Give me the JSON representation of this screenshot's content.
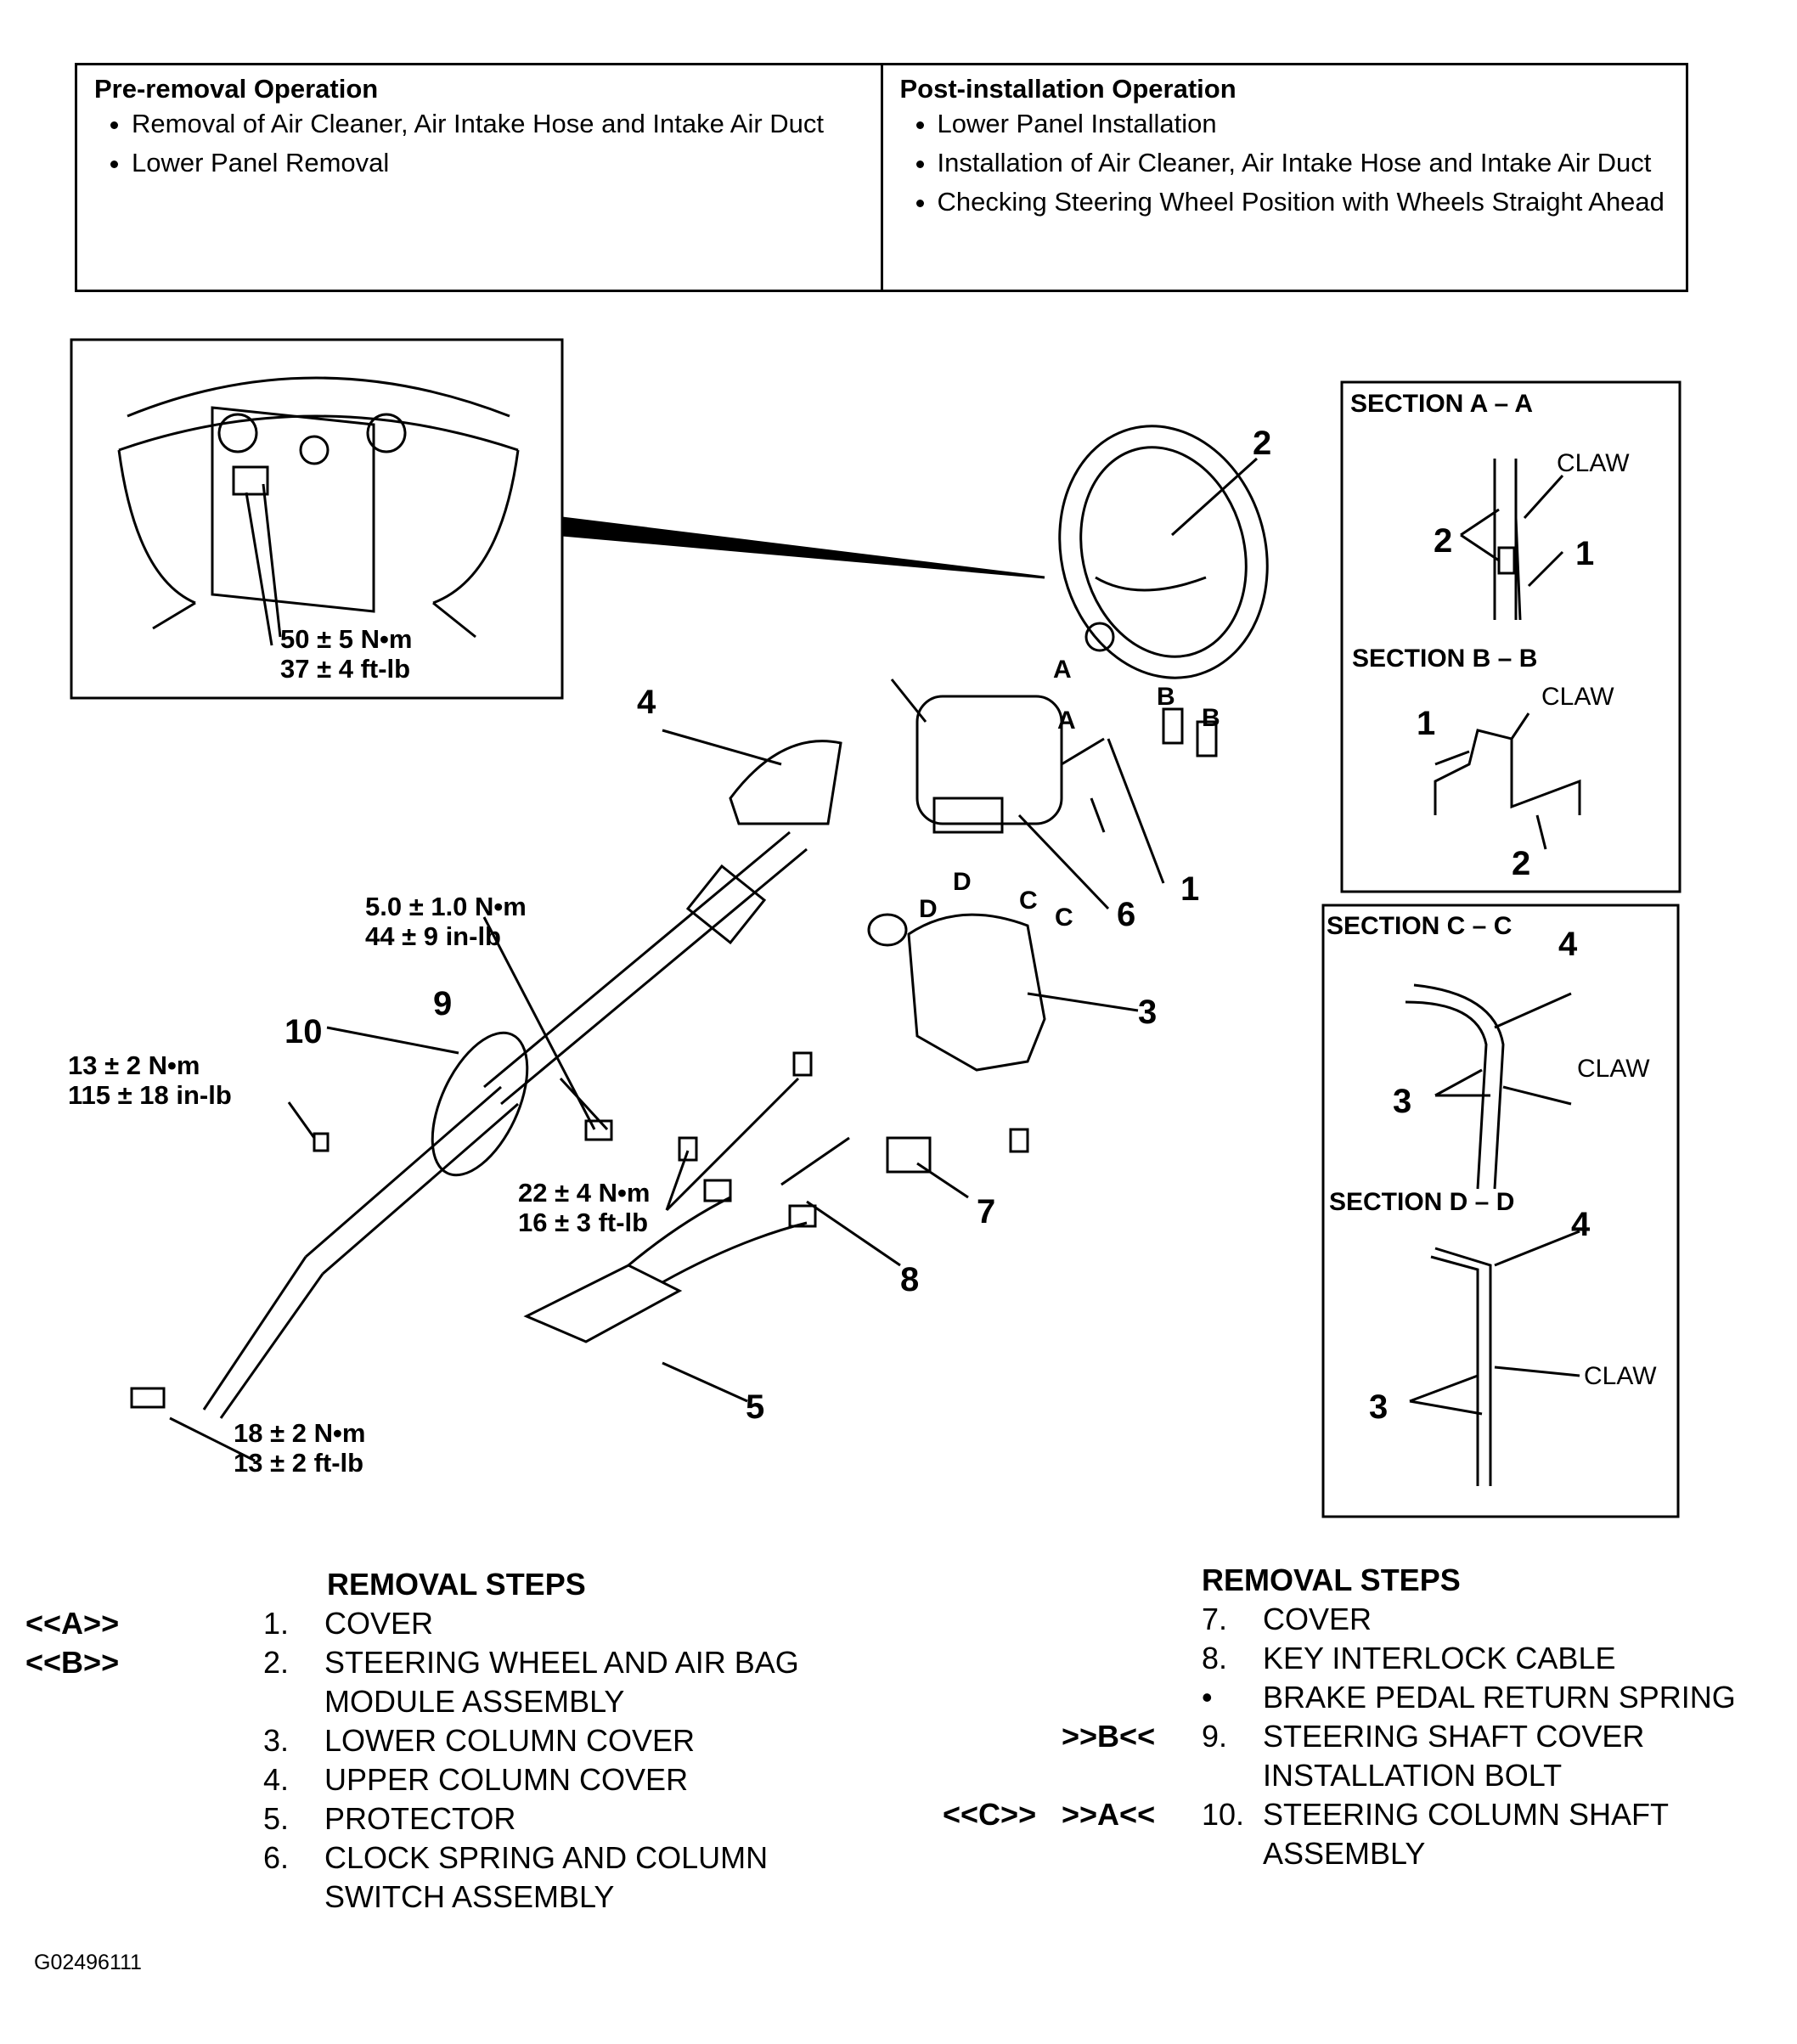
{
  "operations": {
    "pre": {
      "title": "Pre-removal Operation",
      "items": [
        "Removal of Air Cleaner, Air Intake Hose and Intake Air Duct",
        "Lower Panel Removal"
      ]
    },
    "post": {
      "title": "Post-installation Operation",
      "items": [
        "Lower Panel Installation",
        "Installation of Air Cleaner, Air Intake Hose and Intake Air Duct",
        "Checking Steering Wheel Position with Wheels Straight Ahead"
      ]
    }
  },
  "diagram": {
    "inset_torque": {
      "metric": "50 ± 5 N•m",
      "imperial": "37 ± 4 ft-lb"
    },
    "torques": {
      "t1": {
        "metric": "5.0 ± 1.0 N•m",
        "imperial": "44 ± 9 in-lb"
      },
      "t2": {
        "metric": "13 ± 2 N•m",
        "imperial": "115 ± 18 in-lb"
      },
      "t3": {
        "metric": "22 ± 4 N•m",
        "imperial": "16 ± 3 ft-lb"
      },
      "t4": {
        "metric": "18 ± 2 N•m",
        "imperial": "13 ± 2 ft-lb"
      }
    },
    "callouts": {
      "c1": "1",
      "c2": "2",
      "c3": "3",
      "c4": "4",
      "c5": "5",
      "c6": "6",
      "c7": "7",
      "c8": "8",
      "c9": "9",
      "c10": "10"
    },
    "section_letters": {
      "a": "A",
      "b": "B",
      "c": "C",
      "d": "D"
    },
    "sections": {
      "aa": {
        "title": "SECTION A – A",
        "claw": "CLAW",
        "n1": "1",
        "n2": "2"
      },
      "bb": {
        "title": "SECTION B – B",
        "claw": "CLAW",
        "n1": "1",
        "n2": "2"
      },
      "cc": {
        "title": "SECTION C – C",
        "claw": "CLAW",
        "n3": "3",
        "n4": "4"
      },
      "dd": {
        "title": "SECTION D – D",
        "claw": "CLAW",
        "n3": "3",
        "n4": "4"
      }
    }
  },
  "removal_left": {
    "header": "REMOVAL STEPS",
    "steps": [
      {
        "tag": "<<A>>",
        "num": "1.",
        "text": "COVER"
      },
      {
        "tag": "<<B>>",
        "num": "2.",
        "text": "STEERING WHEEL AND AIR BAG"
      },
      {
        "tag": "",
        "num": "",
        "text": "MODULE ASSEMBLY"
      },
      {
        "tag": "",
        "num": "3.",
        "text": "LOWER COLUMN COVER"
      },
      {
        "tag": "",
        "num": "4.",
        "text": "UPPER COLUMN COVER"
      },
      {
        "tag": "",
        "num": "5.",
        "text": "PROTECTOR"
      },
      {
        "tag": "",
        "num": "6.",
        "text": "CLOCK SPRING AND COLUMN"
      },
      {
        "tag": "",
        "num": "",
        "text": "SWITCH ASSEMBLY"
      }
    ]
  },
  "removal_right": {
    "header": "REMOVAL STEPS",
    "steps": [
      {
        "tag1": "",
        "tag2": "",
        "num": "7.",
        "text": "COVER"
      },
      {
        "tag1": "",
        "tag2": "",
        "num": "8.",
        "text": "KEY INTERLOCK CABLE"
      },
      {
        "tag1": "",
        "tag2": "",
        "num": "•",
        "text": "BRAKE PEDAL RETURN SPRING"
      },
      {
        "tag1": "",
        "tag2": ">>B<<",
        "num": "9.",
        "text": "STEERING SHAFT COVER"
      },
      {
        "tag1": "",
        "tag2": "",
        "num": "",
        "text": "INSTALLATION BOLT"
      },
      {
        "tag1": "<<C>>",
        "tag2": ">>A<<",
        "num": "10.",
        "text": "STEERING COLUMN SHAFT"
      },
      {
        "tag1": "",
        "tag2": "",
        "num": "",
        "text": "ASSEMBLY"
      }
    ]
  },
  "figure_code": "G02496111"
}
